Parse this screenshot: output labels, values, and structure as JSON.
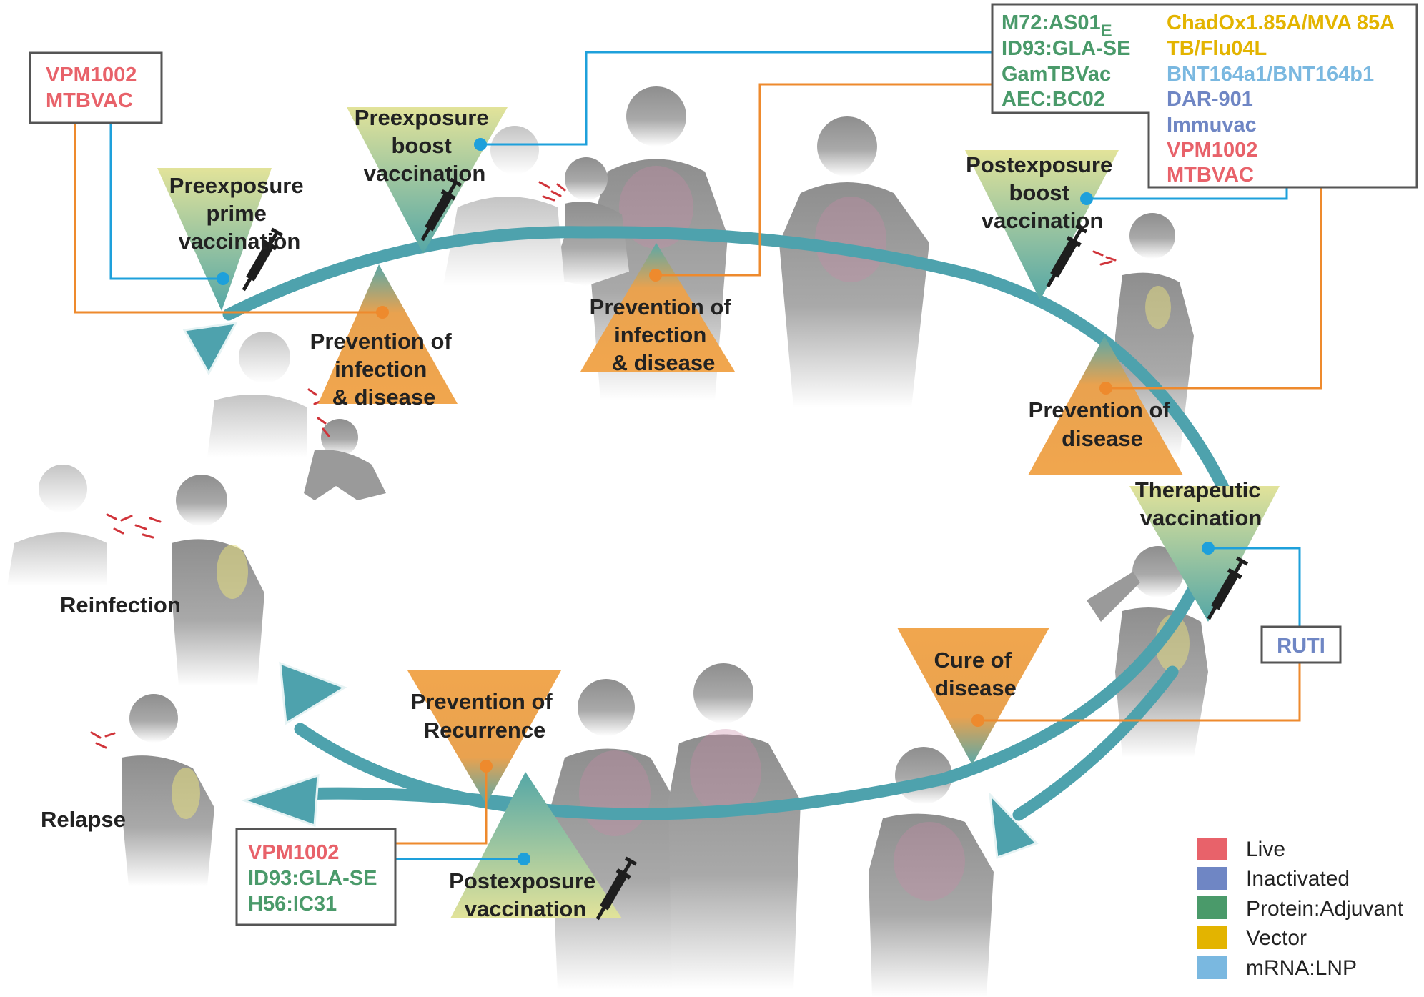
{
  "colors": {
    "live": "#e8626a",
    "inactivated": "#6f86c4",
    "protein_adjuvant": "#4a9a6a",
    "vector": "#e3b400",
    "mrna_lnp": "#7ab8e0",
    "cycle": "#4ea2ad",
    "vaccination_line": "#1ea0db",
    "prevention_line": "#ee8a2d"
  },
  "stages": {
    "preexposure_prime": [
      "Preexposure",
      "prime",
      "vaccination"
    ],
    "preexposure_boost": [
      "Preexposure",
      "boost",
      "vaccination"
    ],
    "postexposure_boost": [
      "Postexposure",
      "boost",
      "vaccination"
    ],
    "therapeutic": [
      "Therapeutic",
      "vaccination"
    ],
    "postexposure": [
      "Postexposure",
      "vaccination"
    ]
  },
  "outcomes": {
    "prevention_infection_disease_1": [
      "Prevention of",
      "infection",
      "& disease"
    ],
    "prevention_infection_disease_2": [
      "Prevention of",
      "infection",
      "& disease"
    ],
    "prevention_disease": [
      "Prevention of",
      "disease"
    ],
    "cure_disease": [
      "Cure of",
      "disease"
    ],
    "prevention_recurrence": [
      "Prevention of",
      "Recurrence"
    ]
  },
  "events": {
    "reinfection": "Reinfection",
    "relapse": "Relapse"
  },
  "vaccine_boxes": {
    "prime": [
      {
        "name": "VPM1002",
        "type": "live"
      },
      {
        "name": "MTBVAC",
        "type": "live"
      }
    ],
    "boost_col1": [
      {
        "name": "M72:AS01",
        "sub": "E",
        "type": "protein_adjuvant"
      },
      {
        "name": "ID93:GLA-SE",
        "type": "protein_adjuvant"
      },
      {
        "name": "GamTBVac",
        "type": "protein_adjuvant"
      },
      {
        "name": "AEC:BC02",
        "type": "protein_adjuvant"
      }
    ],
    "boost_col2": [
      {
        "name": "ChadOx1.85A/MVA 85A",
        "type": "vector"
      },
      {
        "name": "TB/Flu04L",
        "type": "vector"
      },
      {
        "name": "BNT164a1/BNT164b1",
        "type": "mrna_lnp"
      },
      {
        "name": "DAR-901",
        "type": "inactivated"
      },
      {
        "name": "Immuvac",
        "type": "inactivated"
      },
      {
        "name": "VPM1002",
        "type": "live"
      },
      {
        "name": "MTBVAC",
        "type": "live"
      }
    ],
    "therapeutic": [
      {
        "name": "RUTI",
        "type": "inactivated"
      }
    ],
    "postexposure": [
      {
        "name": "VPM1002",
        "type": "live"
      },
      {
        "name": "ID93:GLA-SE",
        "type": "protein_adjuvant"
      },
      {
        "name": "H56:IC31",
        "type": "protein_adjuvant"
      }
    ]
  },
  "legend": [
    {
      "label": "Live",
      "color": "#e8626a"
    },
    {
      "label": "Inactivated",
      "color": "#6f86c4"
    },
    {
      "label": "Protein:Adjuvant",
      "color": "#4a9a6a"
    },
    {
      "label": "Vector",
      "color": "#e3b400"
    },
    {
      "label": "mRNA:LNP",
      "color": "#7ab8e0"
    }
  ]
}
